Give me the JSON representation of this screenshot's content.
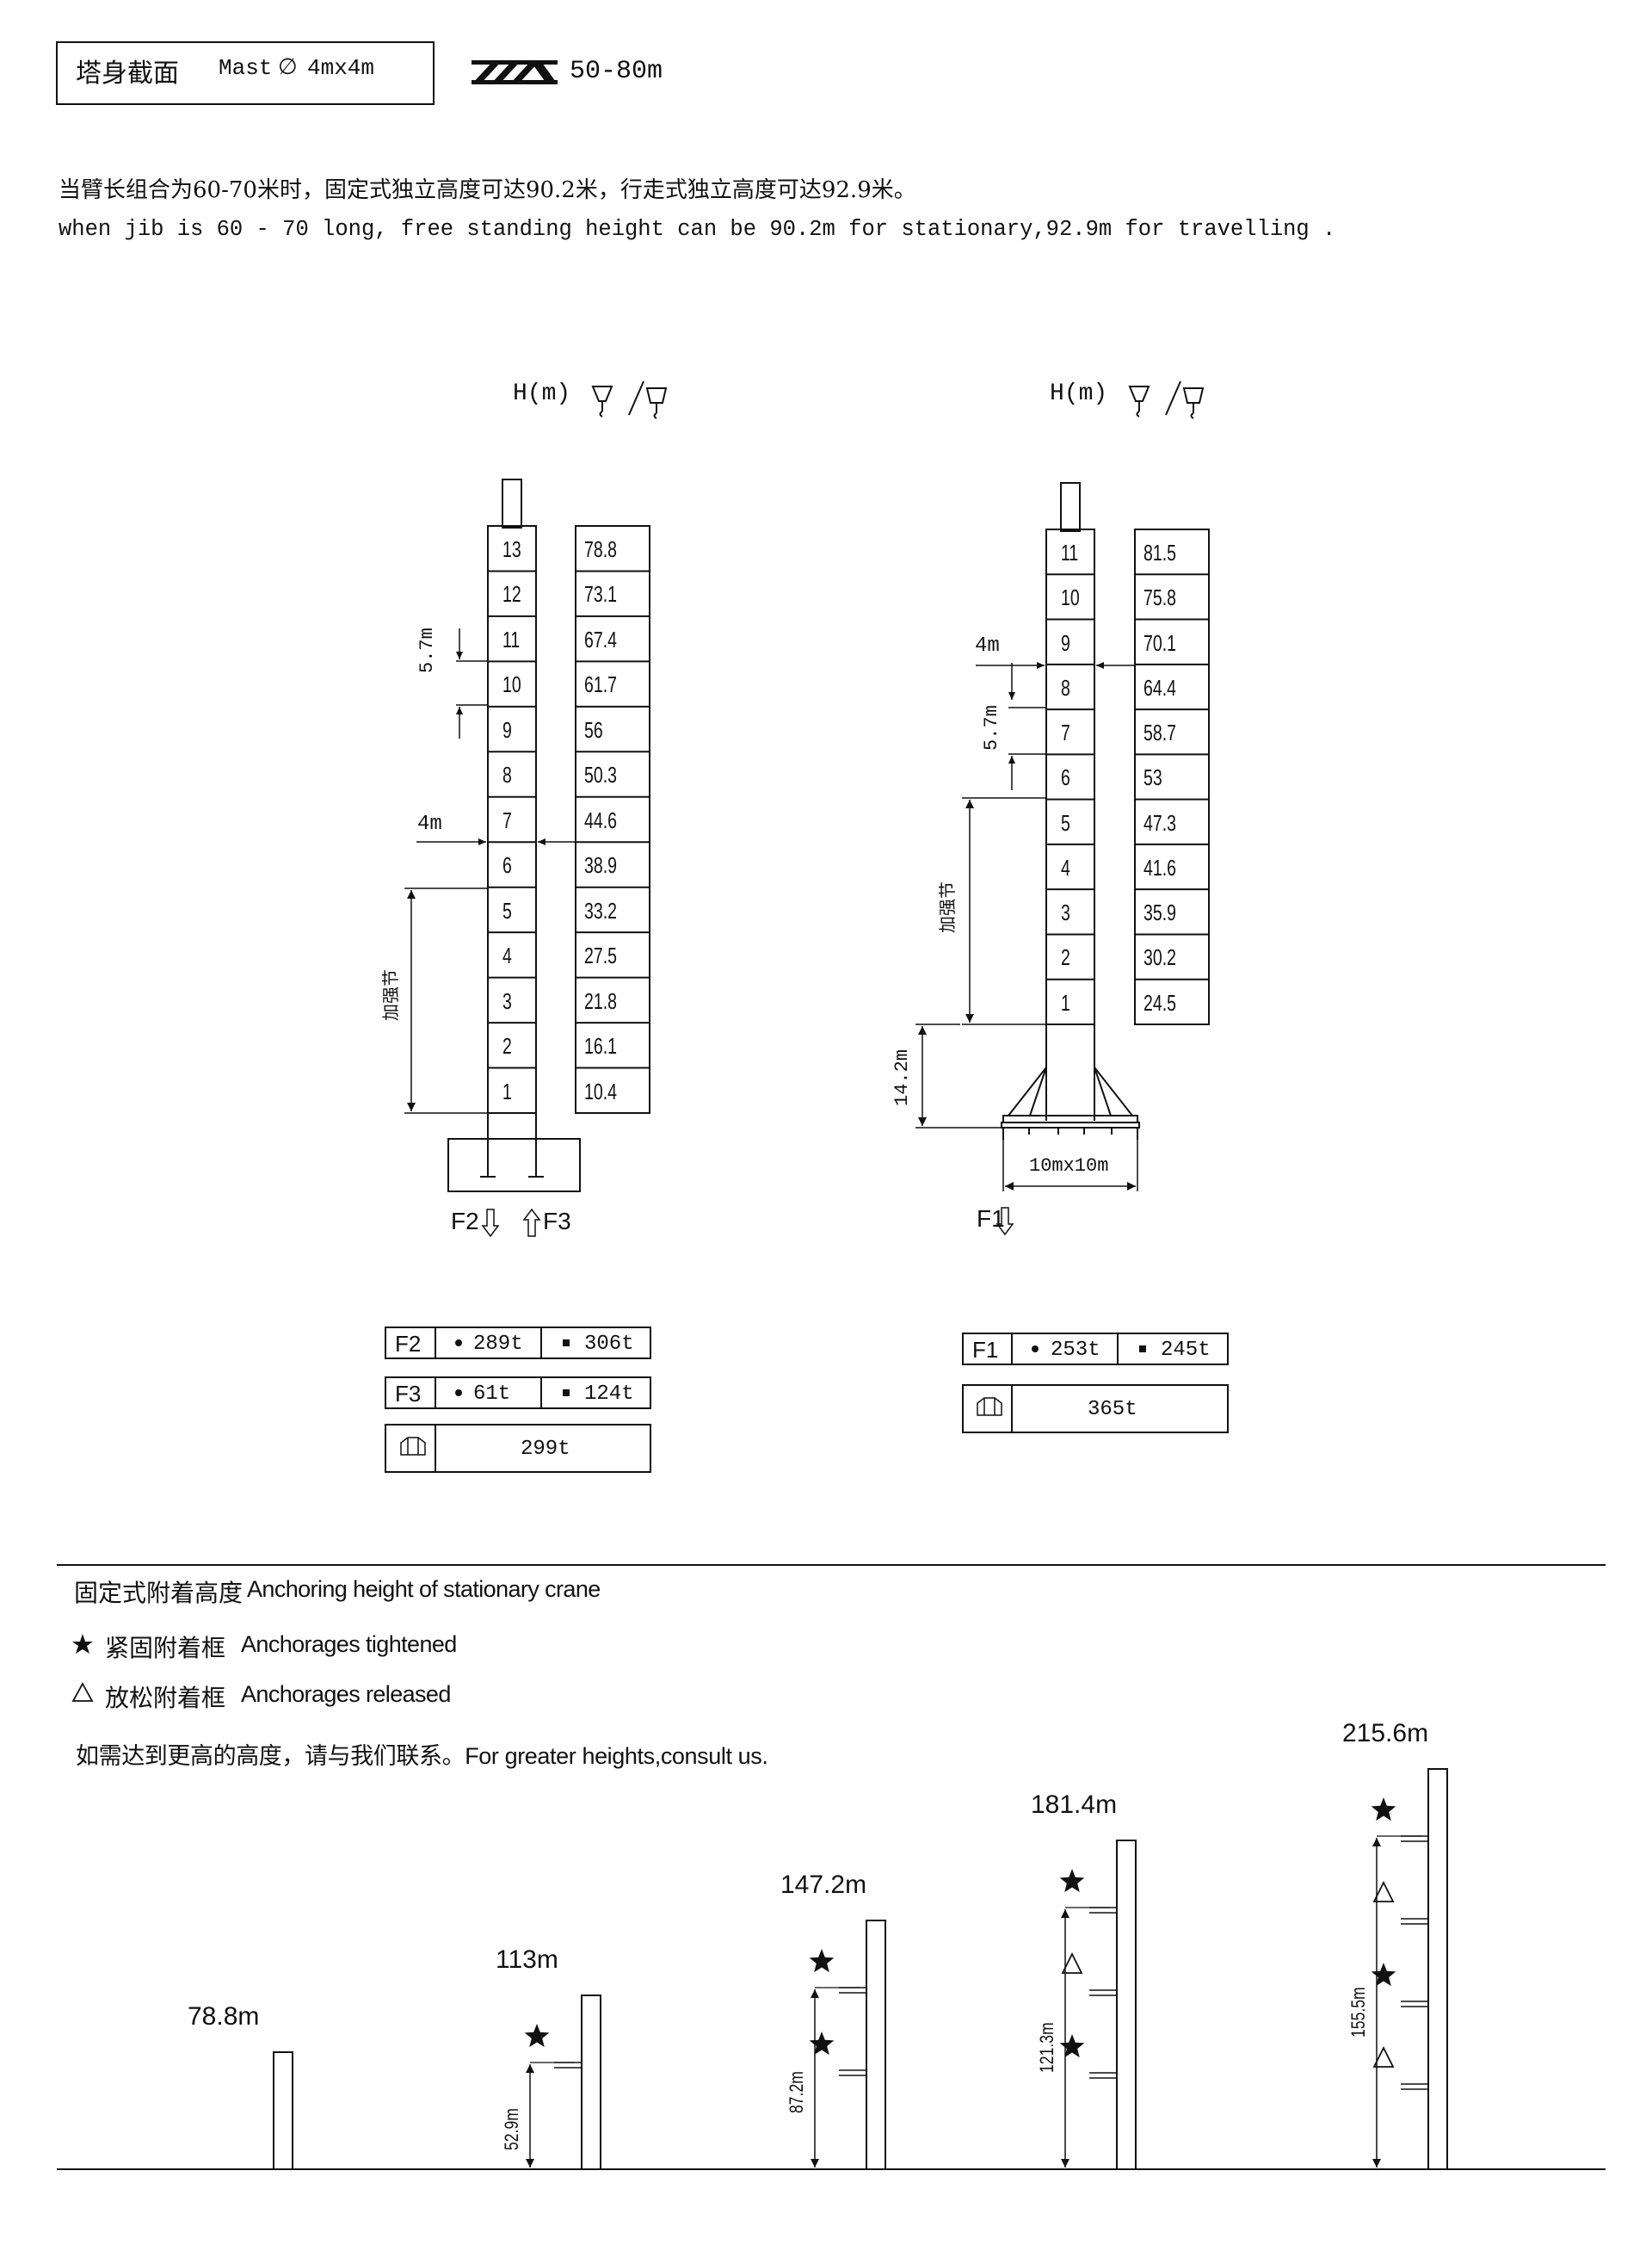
{
  "header": {
    "section_label_cn": "塔身截面",
    "mast_label": "Mast",
    "mast_symbol": "∅",
    "mast_size": "4mx4m",
    "jib_range": "50-80m"
  },
  "note": {
    "cn": "当臂长组合为60-70米时，固定式独立高度可达90.2米，行走式独立高度可达92.9米。",
    "en": "when jib is 60 - 70 long, free standing height can be 90.2m for stationary,92.9m for travelling ."
  },
  "stationary": {
    "h_label": "H(m)",
    "sections": [
      "13",
      "12",
      "11",
      "10",
      "9",
      "8",
      "7",
      "6",
      "5",
      "4",
      "3",
      "2",
      "1"
    ],
    "heights": [
      "78.8",
      "73.1",
      "67.4",
      "61.7",
      "56",
      "50.3",
      "44.6",
      "38.9",
      "33.2",
      "27.5",
      "21.8",
      "16.1",
      "10.4"
    ],
    "dim_section": "5.7m",
    "dim_cross": "4m",
    "reinforced_label": "加强节",
    "force_left": "F2",
    "force_right": "F3",
    "loads": {
      "f2": {
        "label": "F2",
        "a": "289t",
        "b": "306t"
      },
      "f3": {
        "label": "F3",
        "a": "61t",
        "b": "124t"
      },
      "ballast": "299t"
    }
  },
  "travelling": {
    "h_label": "H(m)",
    "sections": [
      "11",
      "10",
      "9",
      "8",
      "7",
      "6",
      "5",
      "4",
      "3",
      "2",
      "1"
    ],
    "heights": [
      "81.5",
      "75.8",
      "70.1",
      "64.4",
      "58.7",
      "53",
      "47.3",
      "41.6",
      "35.9",
      "30.2",
      "24.5"
    ],
    "dim_cross": "4m",
    "dim_section": "5.7m",
    "reinforced_label": "加强节",
    "dim_base": "14.2m",
    "dim_track": "10mx10m",
    "force": "F1",
    "loads": {
      "f1": {
        "label": "F1",
        "a": "253t",
        "b": "245t"
      },
      "ballast": "365t"
    }
  },
  "anchoring": {
    "title_cn": "固定式附着高度",
    "title_en": "Anchoring height of stationary crane",
    "tightened_cn": "紧固附着框",
    "tightened_en": "Anchorages tightened",
    "released_cn": "放松附着框",
    "released_en": "Anchorages released",
    "consult": "如需达到更高的高度，请与我们联系。For greater heights,consult us.",
    "columns": [
      {
        "height": "78.8m",
        "anchors": [],
        "dim": ""
      },
      {
        "height": "113m",
        "anchors": [
          "star"
        ],
        "dim": "52.9m"
      },
      {
        "height": "147.2m",
        "anchors": [
          "star",
          "star"
        ],
        "dim": "87.2m"
      },
      {
        "height": "181.4m",
        "anchors": [
          "star",
          "triangle",
          "star"
        ],
        "dim": "121.3m"
      },
      {
        "height": "215.6m",
        "anchors": [
          "star",
          "triangle",
          "star",
          "triangle"
        ],
        "dim": "155.5m"
      }
    ]
  }
}
